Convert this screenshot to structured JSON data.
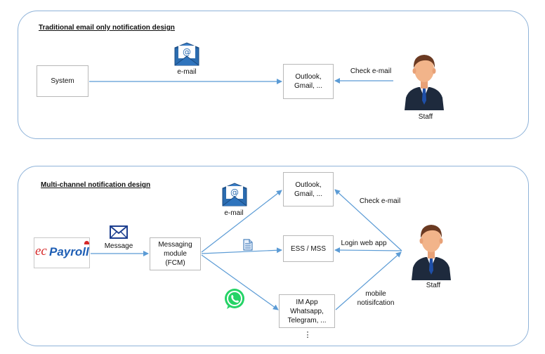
{
  "top": {
    "title": "Traditional email only notification design",
    "system": "System",
    "email_label": "e-mail",
    "mail_client": "Outlook,\nGmail, ...",
    "check_email": "Check e-mail",
    "staff": "Staff"
  },
  "bottom": {
    "title": "Multi-channel notification design",
    "logo": {
      "prefix": "ec",
      "word": "Payroll"
    },
    "message_label": "Message",
    "messaging_module": "Messaging\nmodule\n(FCM)",
    "email_label": "e-mail",
    "mail_client": "Outlook,\nGmail, ...",
    "ess": "ESS / MSS",
    "im_app": "IM App\nWhatsapp,\nTelegram, ...",
    "ellipsis": "⋮",
    "check_email": "Check e-mail",
    "login": "Login web app",
    "mobile": "mobile\nnotisifcation",
    "staff": "Staff"
  },
  "colors": {
    "panel_border": "#8fb3d9",
    "arrow": "#5b9bd5",
    "box_border": "#b8b8b8",
    "envelope": "#2b6cb0",
    "whatsapp": "#25d366"
  },
  "icons": [
    "email-envelope-icon",
    "envelope-icon",
    "document-icon",
    "whatsapp-icon",
    "staff-person-icon"
  ]
}
